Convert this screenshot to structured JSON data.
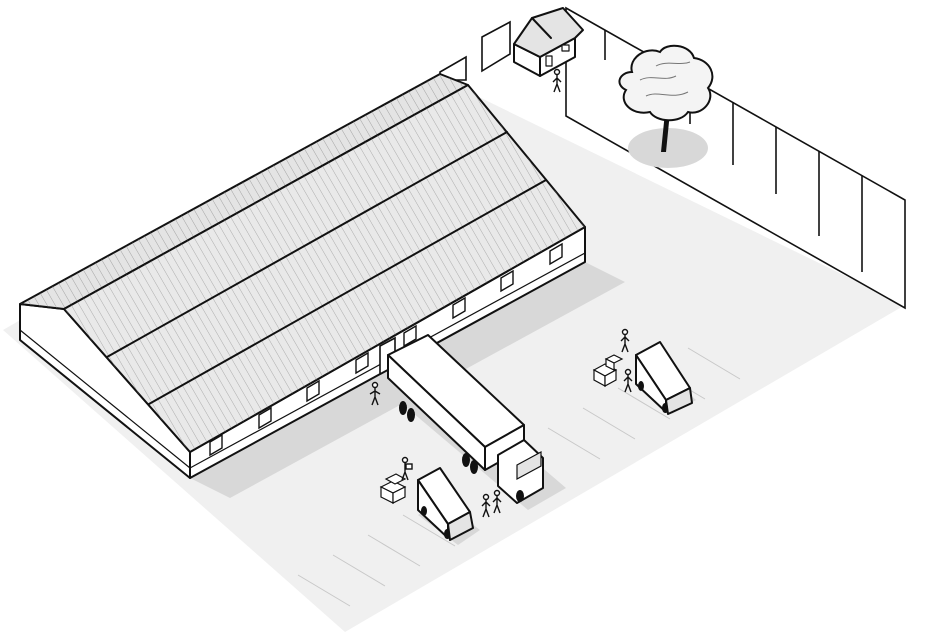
{
  "scene": {
    "title": "",
    "colors": {
      "ground": "#f0f0f0",
      "shadow": "#d8d8d8",
      "outline": "#111111",
      "roof": "#e4e4e4",
      "wall": "#ffffff",
      "tree_foliage": "#f4f4f4"
    },
    "elements": [
      "warehouse-building",
      "semi-truck-at-dock",
      "delivery-van-front",
      "delivery-van-right",
      "guard-house",
      "tree",
      "perimeter-fence",
      "parking-area",
      "workers",
      "cargo-boxes"
    ]
  }
}
